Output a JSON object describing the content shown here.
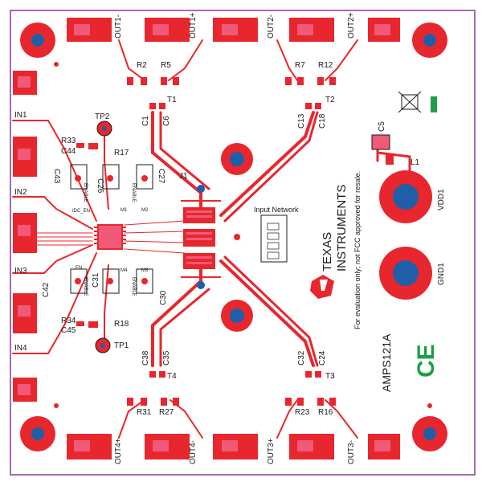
{
  "board": {
    "name": "AMPS121A",
    "manufacturer_line1": "TEXAS",
    "manufacturer_line2": "INSTRUMENTS",
    "disclaimer": "For evaluation only; not FCC approved for resale.",
    "ce_mark": "CE",
    "input_network_title": "Input Network",
    "colors": {
      "copper": "#e8262e",
      "pad_pink": "#f05a78",
      "hole": "#1f5fa8",
      "silk": "#1a1a1a",
      "outline": "#8a3a99",
      "green_mark": "#1f9e4a"
    }
  },
  "connectors": {
    "inputs": [
      "IN1",
      "IN2",
      "IN3",
      "IN4"
    ],
    "outputs_top": [
      "OUT1-",
      "OUT1+",
      "OUT2-",
      "OUT2+"
    ],
    "outputs_bottom": [
      "OUT4+",
      "OUT4-",
      "OUT3+",
      "OUT3-"
    ],
    "power": [
      "VDD1",
      "GND1"
    ]
  },
  "designators": {
    "J1": "J1",
    "TP2": "TP2",
    "TP1": "TP1",
    "T1": "T1",
    "T2": "T2",
    "T3": "T3",
    "T4": "T4",
    "R2": "R2",
    "R5": "R5",
    "R7": "R7",
    "R12": "R12",
    "R31": "R31",
    "R27": "R27",
    "R23": "R23",
    "R16": "R16",
    "R33": "R33",
    "R34": "R34",
    "C1": "C1",
    "C6": "C6",
    "C13": "C13",
    "C18": "C18",
    "C38": "C38",
    "C35": "C35",
    "C32": "C32",
    "C24": "C24",
    "C44": "C44",
    "C45": "C45",
    "C42": "C42",
    "C43": "C43",
    "C31": "C31",
    "C30": "C30",
    "C26": "C26",
    "C27": "C27",
    "C5": "C5",
    "L1": "L1",
    "R17": "R17",
    "R18": "R18",
    "M1": "M1",
    "M2": "M2",
    "M3": "M3",
    "M4": "M4",
    "ENABLE1": "ENABLE",
    "ENABLE2": "ENABLE",
    "ENABLE3": "ENABLE",
    "ENABLE4": "ENABLE",
    "EN": "EN",
    "IDC_EN": "IDC_EN"
  }
}
